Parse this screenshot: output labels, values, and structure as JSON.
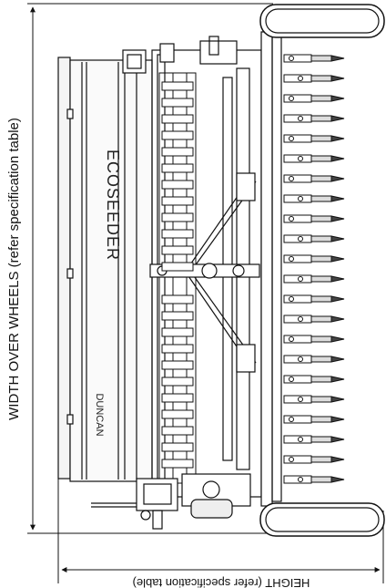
{
  "labels": {
    "width_dimension": "WIDTH OVER WHEELS (refer specification table)",
    "height_dimension": "HEIGHT (refer specification table)"
  },
  "machine": {
    "brand_main": "ECOSEEDER",
    "brand_maker": "DUNCAN"
  },
  "colors": {
    "line": "#111111",
    "background": "#ffffff"
  }
}
